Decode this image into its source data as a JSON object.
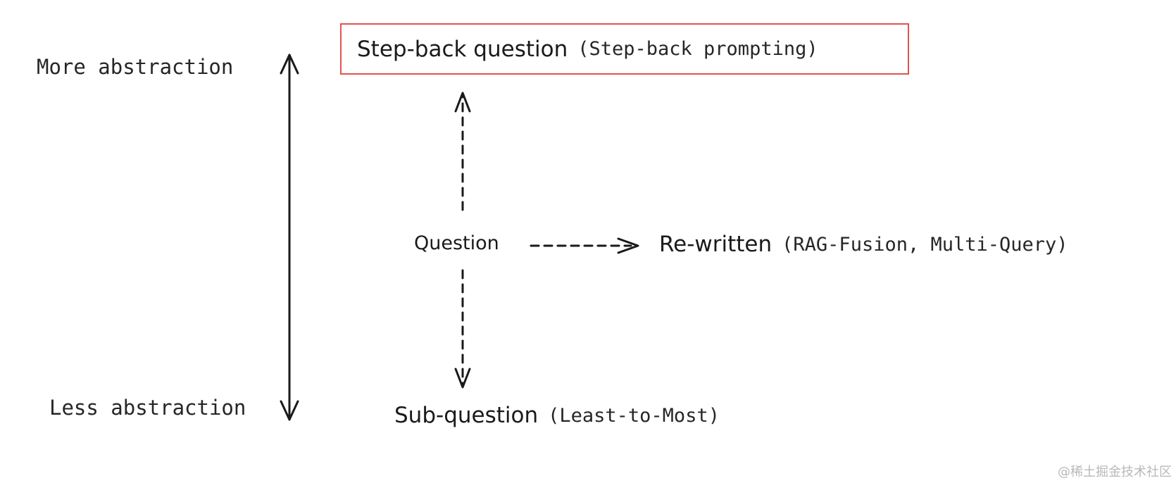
{
  "labels": {
    "more_abstraction": "More abstraction",
    "less_abstraction": "Less abstraction"
  },
  "stepback": {
    "title": "Step-back question",
    "method": "(Step-back prompting)"
  },
  "question": {
    "label": "Question"
  },
  "rewritten": {
    "title": "Re-written",
    "method": "(RAG-Fusion, Multi-Query)"
  },
  "subquestion": {
    "title": "Sub-question",
    "method": "(Least-to-Most)"
  },
  "watermark": "@稀土掘金技术社区",
  "colors": {
    "box_border": "#e0524f",
    "ink": "#1a1a1a"
  }
}
